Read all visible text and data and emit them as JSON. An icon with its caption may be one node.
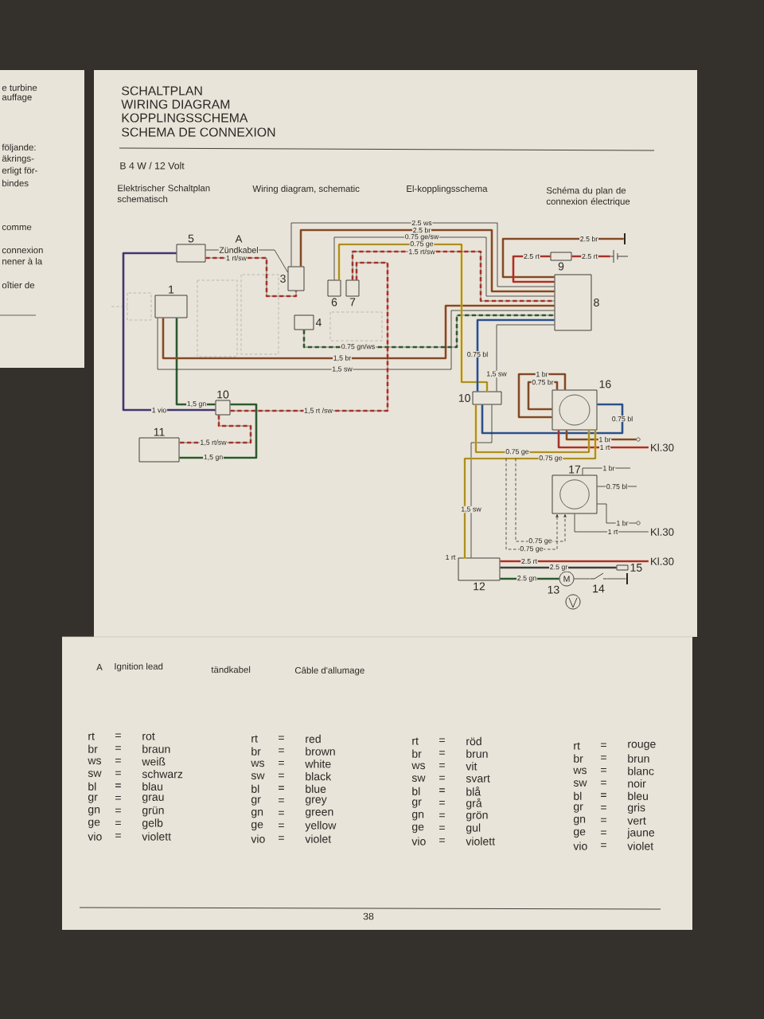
{
  "diagram": {
    "title": "SCHALTPLAN",
    "nodes": [
      {
        "text": [
          "5"
        ]
      },
      {
        "text": [
          "1"
        ]
      },
      {
        "text": [
          "3"
        ]
      },
      {
        "text": [
          "4"
        ]
      },
      {
        "text": [
          "6"
        ]
      },
      {
        "text": [
          "7"
        ]
      },
      {
        "text": [
          "9"
        ]
      },
      {
        "text": [
          "8"
        ]
      },
      {
        "text": [
          "10"
        ]
      },
      {
        "text": [
          "11"
        ]
      },
      {
        "text": [
          "10"
        ]
      },
      {
        "text": [
          "16"
        ]
      },
      {
        "text": [
          "17"
        ]
      },
      {
        "text": [
          "12"
        ]
      },
      {
        "text": [
          "M",
          "13"
        ]
      },
      {
        "text": [
          "14"
        ]
      },
      {
        "text": [
          "15"
        ]
      },
      {
        "text": [
          "Kl.30"
        ]
      },
      {
        "text": [
          "Kl.30"
        ]
      },
      {
        "text": [
          "Kl.30"
        ]
      },
      {
        "text": [],
        "shape": "battery"
      },
      {
        "text": [],
        "shape": "bar"
      },
      {
        "text": [],
        "shape": "circle"
      },
      {
        "text": [],
        "shape": "circle"
      },
      {
        "text": [],
        "shape": "bar"
      }
    ],
    "edges": [
      {
        "from": 0,
        "to": 2,
        "label": "Zündkabel",
        "arrow": "none"
      },
      {
        "from": 0,
        "to": 2,
        "label": "1 rt/sw",
        "arrow": "none",
        "style": "dashed",
        "color": "#d8392f"
      },
      {
        "from": 0,
        "to": 8,
        "label": "1 vio",
        "arrow": "none",
        "color": "#4b3f8a"
      },
      {
        "from": 1,
        "to": 8,
        "label": "1,5 gn",
        "arrow": "none",
        "color": "#2f6e36"
      },
      {
        "from": 1,
        "to": 7,
        "label": "1,5 br",
        "arrow": "none",
        "color": "#a65a2a"
      },
      {
        "from": 1,
        "to": 7,
        "label": "1,5 sw",
        "arrow": "none"
      },
      {
        "from": 3,
        "to": 7,
        "label": "0.75 gn/ws",
        "arrow": "none",
        "style": "dashed",
        "color": "#2f6e36"
      },
      {
        "from": 2,
        "to": 7,
        "label": "2.5 ws",
        "arrow": "none"
      },
      {
        "from": 2,
        "to": 7,
        "label": "2.5 br",
        "arrow": "none",
        "color": "#a65a2a"
      },
      {
        "from": 4,
        "to": 7,
        "label": "0.75 ge/sw",
        "arrow": "none"
      },
      {
        "from": 4,
        "to": 10,
        "label": "0.75 ge",
        "arrow": "none",
        "color": "#e5bf24"
      },
      {
        "from": 5,
        "to": 7,
        "label": "1.5 rt/sw",
        "arrow": "none",
        "style": "dashed",
        "color": "#d8392f"
      },
      {
        "from": 8,
        "to": 5,
        "label": "1,5 rt /sw",
        "arrow": "none",
        "style": "dashed",
        "color": "#d8392f"
      },
      {
        "from": 8,
        "to": 9,
        "label": "1,5 rt/sw",
        "arrow": "none",
        "style": "dashed",
        "color": "#d8392f"
      },
      {
        "from": 8,
        "to": 9,
        "label": "1,5 gn",
        "arrow": "none",
        "color": "#2f6e36"
      },
      {
        "from": 7,
        "to": 21,
        "label": "2.5 br",
        "arrow": "none",
        "color": "#a65a2a"
      },
      {
        "from": 6,
        "to": 7,
        "label": "2.5 rt",
        "arrow": "none",
        "color": "#d8392f"
      },
      {
        "from": 6,
        "to": 20,
        "label": "2.5 rt",
        "arrow": "none",
        "color": "#d8392f"
      },
      {
        "from": 7,
        "to": 10,
        "label": "0.75 bl",
        "arrow": "none",
        "color": "#2f62b5"
      },
      {
        "from": 7,
        "to": 10,
        "label": "1,5 sw",
        "arrow": "none"
      },
      {
        "from": 10,
        "to": 11,
        "label": "0.75 bl",
        "arrow": "none",
        "color": "#2f62b5"
      },
      {
        "from": 10,
        "to": 13,
        "label": "1,5 sw",
        "arrow": "none"
      },
      {
        "from": 11,
        "to": 11,
        "label": "1 br",
        "arrow": "none",
        "color": "#a65a2a"
      },
      {
        "from": 11,
        "to": 11,
        "label": "0.75 br",
        "arrow": "none",
        "color": "#a65a2a"
      },
      {
        "from": 11,
        "to": 22,
        "label": "1 br",
        "arrow": "none",
        "color": "#a65a2a"
      },
      {
        "from": 11,
        "to": 17,
        "label": "1 rt",
        "arrow": "none",
        "color": "#d8392f"
      },
      {
        "from": 10,
        "to": 11,
        "label": "0.75 ge",
        "arrow": "none",
        "color": "#e5bf24"
      },
      {
        "from": 11,
        "to": 13,
        "label": "0.75 ge",
        "arrow": "none",
        "color": "#e5bf24"
      },
      {
        "from": 12,
        "to": null,
        "label": "1 br",
        "arrow": "none"
      },
      {
        "from": 12,
        "to": null,
        "label": "0.75 bl",
        "arrow": "none"
      },
      {
        "from": 12,
        "to": 23,
        "label": "1 br",
        "arrow": "none"
      },
      {
        "from": 12,
        "to": 18,
        "label": "1 rt",
        "arrow": "none"
      },
      {
        "from": null,
        "to": 12,
        "label": "0.75 ge",
        "arrow": "to",
        "style": "dashed"
      },
      {
        "from": null,
        "to": 12,
        "label": "0.75 ge",
        "arrow": "to",
        "style": "dashed"
      },
      {
        "from": 13,
        "to": 19,
        "label": "2.5 rt",
        "arrow": "none",
        "color": "#d8392f"
      },
      {
        "from": 13,
        "to": 16,
        "label": "2.5 gr",
        "arrow": "none",
        "color": "#4a4a4a"
      },
      {
        "from": 13,
        "to": 14,
        "label": "2.5 gn",
        "arrow": "none",
        "color": "#2f6e36"
      },
      {
        "from": 14,
        "to": 15,
        "arrow": "none"
      },
      {
        "from": 15,
        "to": 24,
        "arrow": "none"
      }
    ],
    "labels": [
      "e turbine",
      "auffage",
      "följande:",
      "äkrings-",
      "erligt för-",
      "bindes",
      "comme",
      "connexion",
      "nener à la",
      "oîtier de",
      "WIRING DIAGRAM",
      "KOPPLINGSSCHEMA",
      "SCHEMA DE CONNEXION",
      "B 4 W / 12 Volt",
      "Elektrischer Schaltplan schematisch",
      "Wiring diagram, schematic",
      "El-kopplingsschema",
      "Schéma du plan de connexion électrique",
      "A",
      "1 rt",
      "A",
      "Ignition lead",
      "tändkabel",
      "Câble d'allumage",
      "rt",
      "=",
      "rot",
      "br",
      "=",
      "braun",
      "ws",
      "=",
      "weiß",
      "sw",
      "=",
      "schwarz",
      "bl",
      "=",
      "blau",
      "gr",
      "=",
      "grau",
      "gn",
      "=",
      "grün",
      "ge",
      "=",
      "gelb",
      "vio",
      "=",
      "violett",
      "rt",
      "=",
      "red",
      "br",
      "=",
      "brown",
      "ws",
      "=",
      "white",
      "sw",
      "=",
      "black",
      "bl",
      "=",
      "blue",
      "gr",
      "=",
      "grey",
      "gn",
      "=",
      "green",
      "ge",
      "=",
      "yellow",
      "vio",
      "=",
      "violet",
      "rt",
      "=",
      "röd",
      "br",
      "=",
      "brun",
      "ws",
      "=",
      "vit",
      "sw",
      "=",
      "svart",
      "bl",
      "=",
      "blå",
      "gr",
      "=",
      "grå",
      "gn",
      "=",
      "grön",
      "ge",
      "=",
      "gul",
      "vio",
      "=",
      "violett",
      "rt",
      "=",
      "rouge",
      "br",
      "=",
      "brun",
      "ws",
      "=",
      "blanc",
      "sw",
      "=",
      "noir",
      "bl",
      "=",
      "bleu",
      "gr",
      "=",
      "gris",
      "gn",
      "=",
      "vert",
      "ge",
      "=",
      "jaune",
      "vio",
      "=",
      "violet",
      "38"
    ]
  }
}
